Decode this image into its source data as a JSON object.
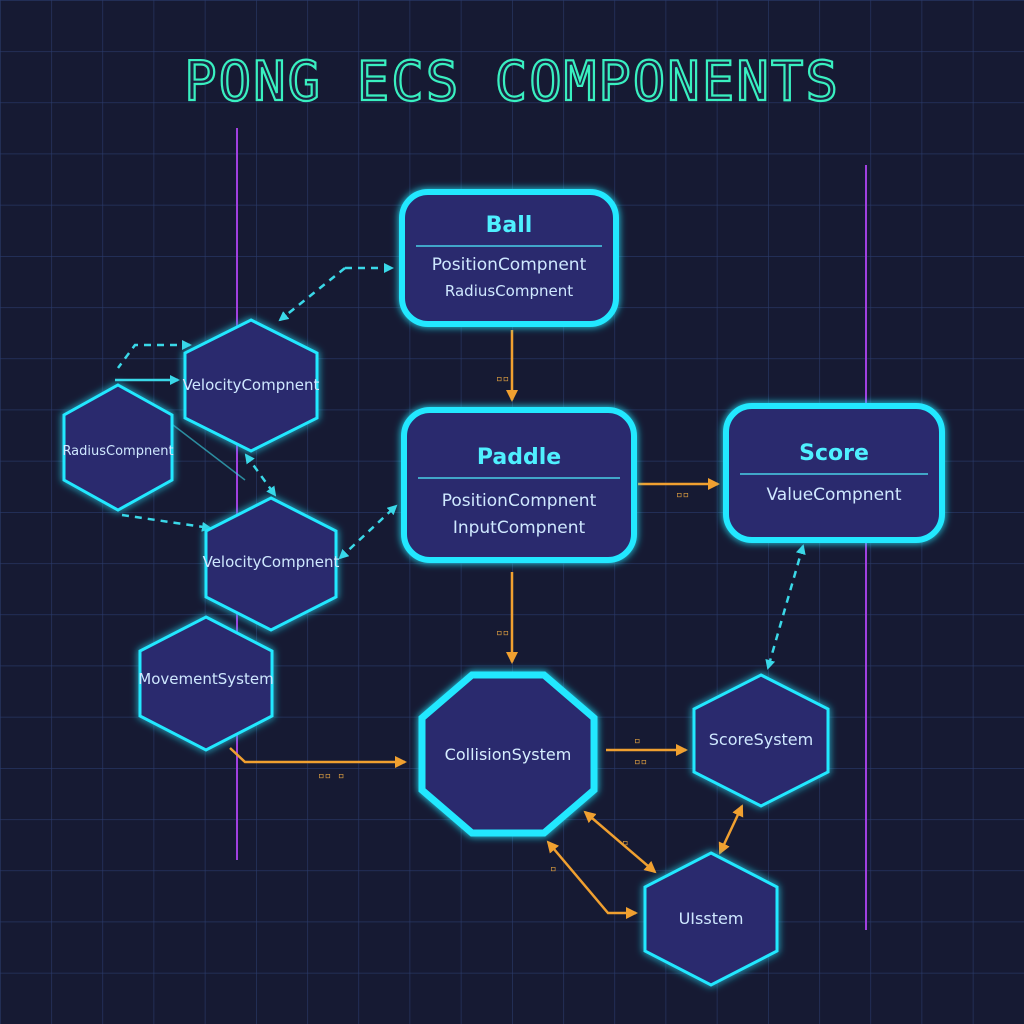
{
  "title": "PONG ECS COMPONENTS",
  "entities": {
    "ball": {
      "name": "Ball",
      "components": [
        "PositionCompnent",
        "RadiusCompnent"
      ]
    },
    "paddle": {
      "name": "Paddle",
      "components": [
        "PositionCompnent",
        "InputCompnent"
      ]
    },
    "score": {
      "name": "Score",
      "components": [
        "ValueCompnent"
      ]
    }
  },
  "components": {
    "radius_left": "RadiusCompnent",
    "velocity_top": "VelocityCompnent",
    "velocity_mid": "VelocityCompnent"
  },
  "systems": {
    "movement": "MovementSystem",
    "collision": "CollisionSystem",
    "score": "ScoreSystem",
    "ui": "UIsstem"
  },
  "colors": {
    "background": "#161a33",
    "grid": "#2a3a6a",
    "node_fill": "#2c2a6e",
    "node_glow": "#22e8ff",
    "arrow_cyan": "#3ad8e8",
    "arrow_orange": "#f0a030",
    "rail_purple": "#a040e0",
    "title_neon": "#39f0c0"
  }
}
